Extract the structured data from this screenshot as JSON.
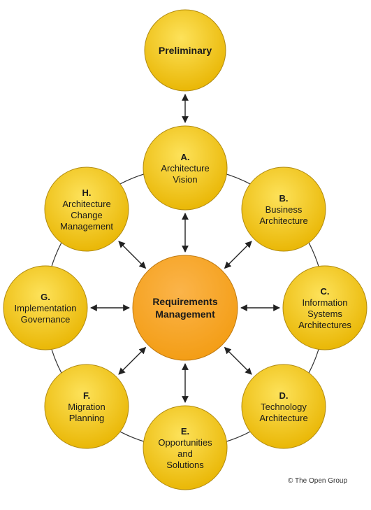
{
  "colors": {
    "node_light": "#fde25a",
    "node_dark": "#e8b400",
    "node_stroke": "#b08a10",
    "center_light": "#fbb44a",
    "center_dark": "#f39c12",
    "center_stroke": "#c07a10",
    "ring": "#333333",
    "arrow": "#222222"
  },
  "preliminary": {
    "label": "Preliminary"
  },
  "center": {
    "lines": [
      "Requirements",
      "Management"
    ]
  },
  "phases": [
    {
      "id": "A",
      "letter": "A.",
      "lines": [
        "Architecture",
        "Vision"
      ]
    },
    {
      "id": "B",
      "letter": "B.",
      "lines": [
        "Business",
        "Architecture"
      ]
    },
    {
      "id": "C",
      "letter": "C.",
      "lines": [
        "Information",
        "Systems",
        "Architectures"
      ]
    },
    {
      "id": "D",
      "letter": "D.",
      "lines": [
        "Technology",
        "Architecture"
      ]
    },
    {
      "id": "E",
      "letter": "E.",
      "lines": [
        "Opportunities",
        "and",
        "Solutions"
      ]
    },
    {
      "id": "F",
      "letter": "F.",
      "lines": [
        "Migration",
        "Planning"
      ]
    },
    {
      "id": "G",
      "letter": "G.",
      "lines": [
        "Implementation",
        "Governance"
      ]
    },
    {
      "id": "H",
      "letter": "H.",
      "lines": [
        "Architecture",
        "Change",
        "Management"
      ]
    }
  ],
  "copyright": "© The Open Group"
}
